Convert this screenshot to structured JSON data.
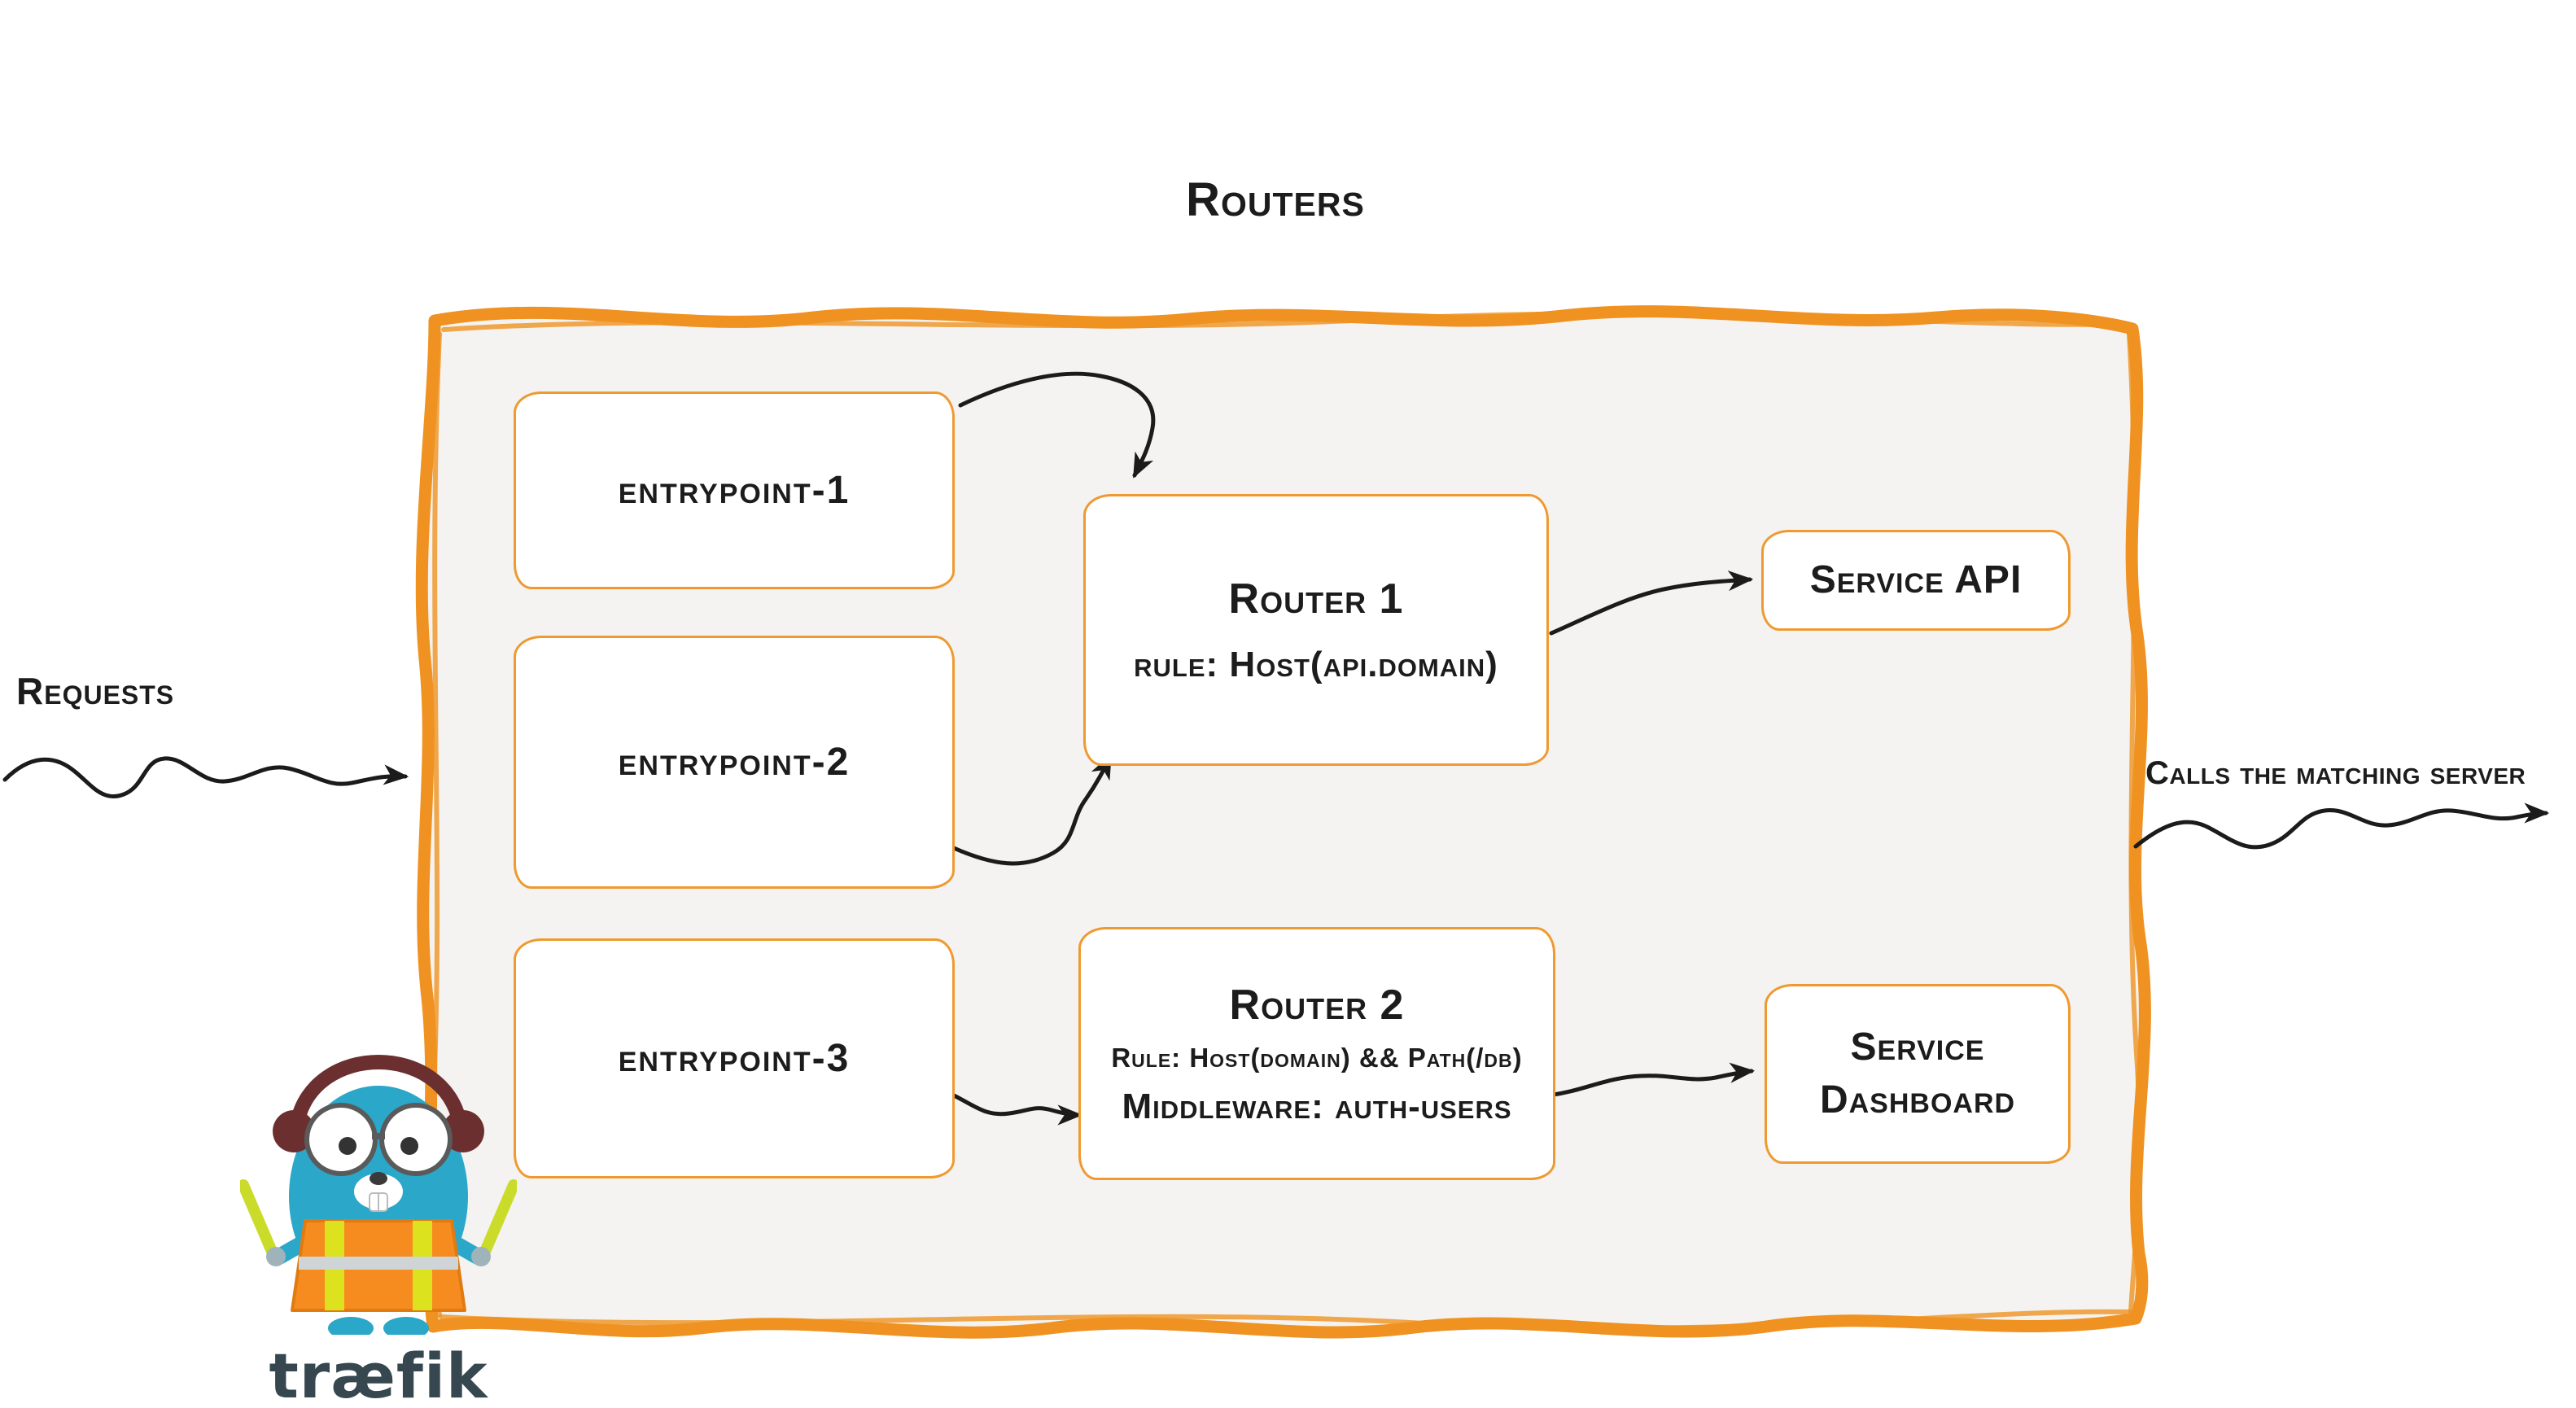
{
  "title": "Routers",
  "annotations": {
    "requests": "Requests",
    "calls": "Calls the matching server"
  },
  "entrypoints": [
    {
      "label": "entrypoint-1"
    },
    {
      "label": "entrypoint-2"
    },
    {
      "label": "entrypoint-3"
    }
  ],
  "routers": [
    {
      "title": "Router 1",
      "rule": "rule: Host(api.domain)",
      "middleware": ""
    },
    {
      "title": "Router 2",
      "rule": "Rule: Host(domain) && Path(/db)",
      "middleware": "Middleware: auth-users"
    }
  ],
  "services": [
    {
      "label": "Service API"
    },
    {
      "label": "Service Dashboard"
    }
  ],
  "logo": {
    "icon": "traefik-gopher-mascot",
    "wordmark": "træfik"
  },
  "colors": {
    "frame_orange": "#ef9221",
    "box_border_orange": "#ef9a31",
    "frame_fill": "#f4f3f1",
    "arrow_black": "#1b1b1b",
    "text_dark": "#1c1c1c",
    "logo_teal": "#2ba7c9",
    "logo_vest_orange": "#f68b1f",
    "logo_baton_green": "#cbdb2a",
    "logo_text": "#37474f"
  }
}
